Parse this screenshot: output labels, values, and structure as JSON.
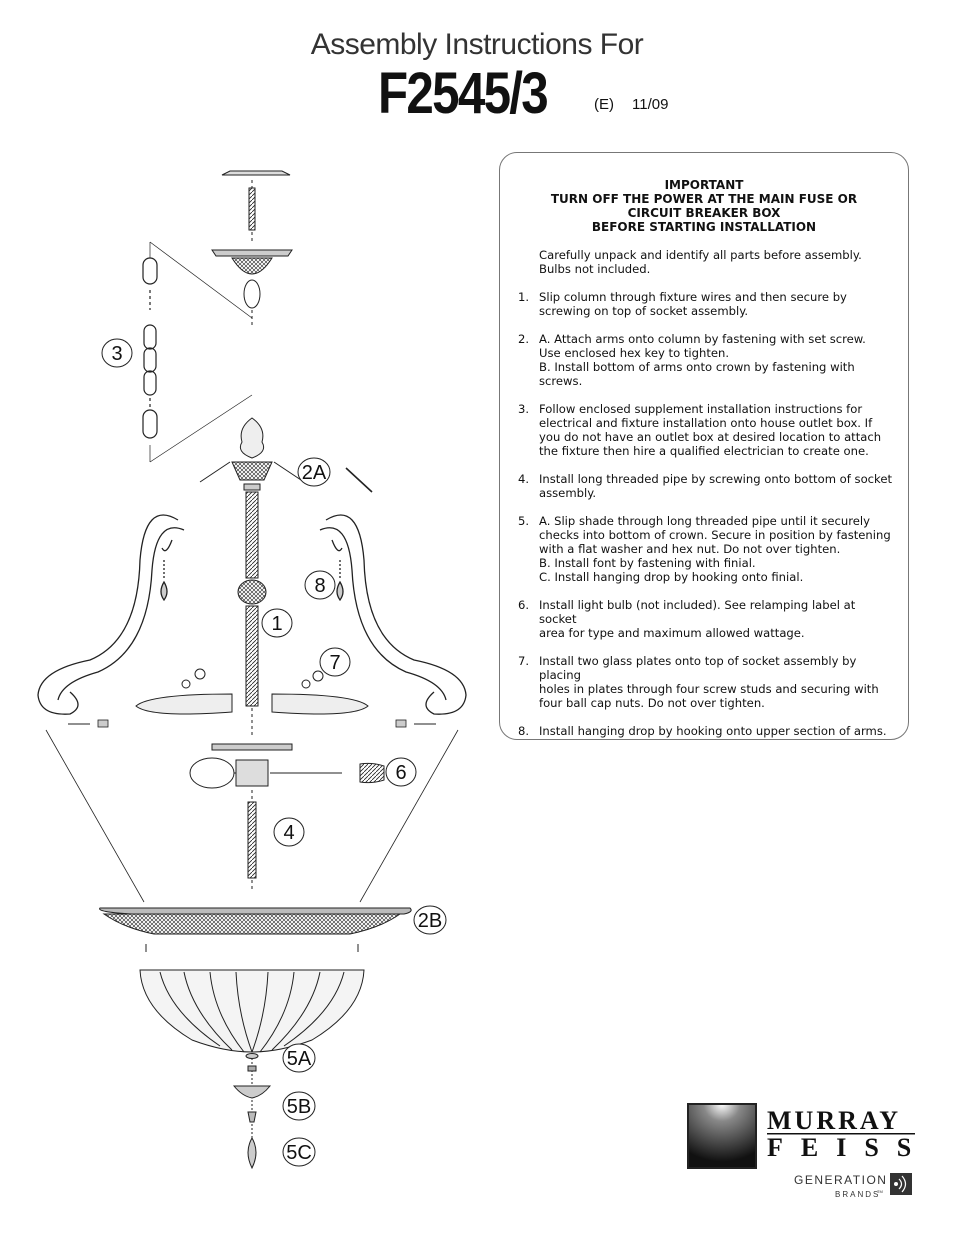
{
  "header": {
    "title": "Assembly Instructions For",
    "model": "F2545/3",
    "edition": "(E)",
    "date": "11/09"
  },
  "important": {
    "lines": [
      "IMPORTANT",
      "TURN OFF THE POWER AT THE MAIN FUSE OR",
      "CIRCUIT BREAKER BOX",
      "BEFORE STARTING INSTALLATION"
    ]
  },
  "intro": "Carefully unpack and identify all parts before assembly.  Bulbs not included.",
  "steps": [
    {
      "num": "1.",
      "lines": [
        "Slip column through fixture wires and then secure by",
        "screwing on top of socket assembly."
      ]
    },
    {
      "num": "2.",
      "lines": [
        "A.  Attach arms onto column by fastening with set screw.",
        "Use enclosed hex key to tighten.",
        "B.  Install bottom of arms onto crown by fastening with",
        "screws."
      ]
    },
    {
      "num": "3.",
      "lines": [
        "Follow enclosed supplement installation instructions for",
        "electrical and fixture installation onto house outlet box. If",
        "you do not have an outlet box at desired location to attach",
        "the fixture then hire a qualified electrician to create one."
      ]
    },
    {
      "num": "4.",
      "lines": [
        "Install long threaded pipe by screwing onto bottom of socket",
        "assembly."
      ]
    },
    {
      "num": "5.",
      "lines": [
        "A. Slip shade through long threaded pipe until it securely",
        "checks into bottom of crown. Secure in position by fastening",
        "with a flat washer and hex nut. Do not over tighten.",
        "B. Install font by fastening with finial.",
        "C. Install hanging drop by hooking onto finial."
      ]
    },
    {
      "num": "6.",
      "lines": [
        "Install light bulb (not included). See relamping label at socket",
        "area for type and maximum allowed wattage."
      ]
    },
    {
      "num": "7.",
      "lines": [
        "Install two glass plates onto top of socket assembly by placing",
        "holes in plates through four screw studs and securing with",
        "four ball cap nuts. Do not over tighten."
      ]
    },
    {
      "num": "8.",
      "lines": [
        "Install hanging drop by hooking onto upper section of arms."
      ]
    }
  ],
  "callouts": [
    "3",
    "2A",
    "8",
    "1",
    "7",
    "6",
    "4",
    "2B",
    "5A",
    "5B",
    "5C"
  ],
  "logo": {
    "brand_line1": "MURRAY",
    "brand_line2": "FEISS",
    "sub_line1": "GENERATION",
    "sub_line2": "BRANDS",
    "trademark": "TM"
  }
}
